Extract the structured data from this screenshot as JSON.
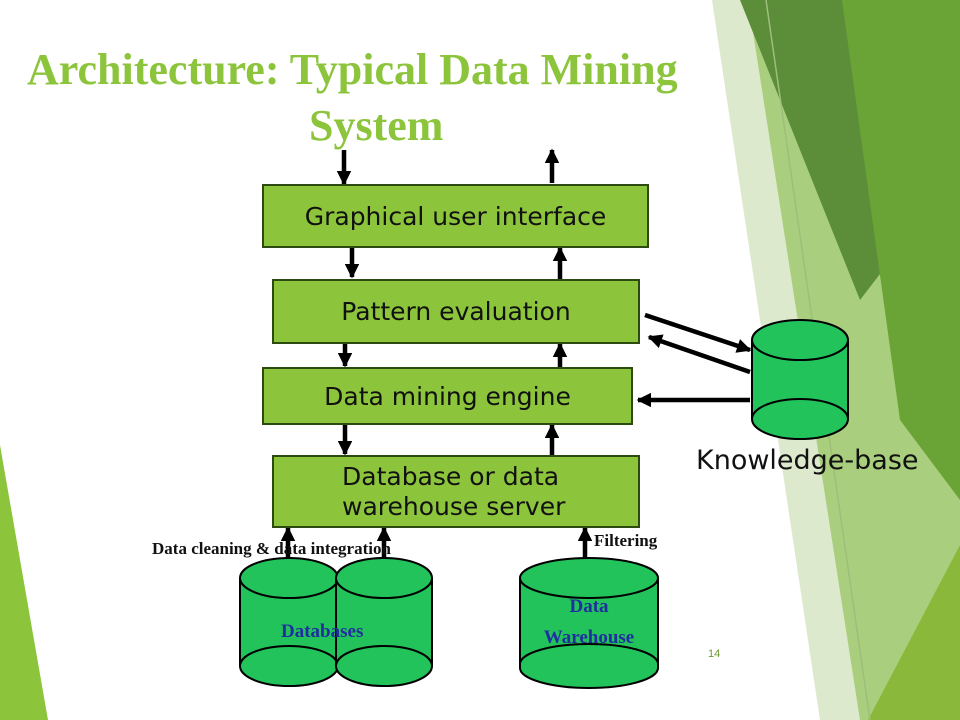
{
  "slide": {
    "title_line1": "Architecture: Typical Data Mining",
    "title_line2": "System",
    "page_number": "14"
  },
  "layers": {
    "gui": "Graphical user interface",
    "pattern_evaluation": "Pattern evaluation",
    "mining_engine": "Data mining engine",
    "db_server_line1": "Database or data",
    "db_server_line2": "warehouse server"
  },
  "knowledge_base": {
    "label": "Knowledge-base"
  },
  "sources": {
    "integration_label": "Data cleaning & data integration",
    "filtering_label": "Filtering",
    "databases_label": "Databases",
    "warehouse_line1": "Data",
    "warehouse_line2": "Warehouse"
  },
  "colors": {
    "title": "#8cc43c",
    "box_fill": "#8cc43c",
    "cylinder_fill": "#22c35a",
    "label_blue": "#1f2f9f",
    "theme_green_dark": "#5a8a32"
  }
}
